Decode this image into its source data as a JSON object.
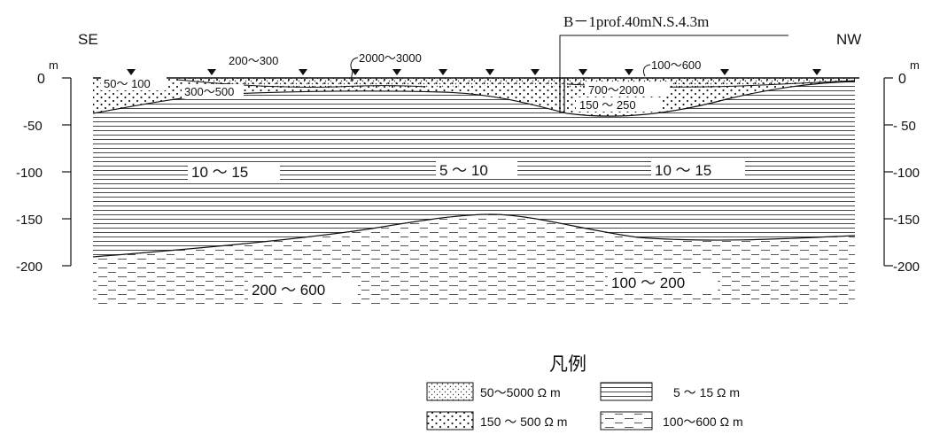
{
  "section": {
    "left_direction": "SE",
    "right_direction": "NW",
    "depth_unit": "m",
    "left_depth_ticks": [
      "0",
      "-50",
      "-100",
      "-150",
      "-200"
    ],
    "right_depth_ticks": [
      "0",
      "- 50",
      "-100",
      "-150",
      "-200"
    ],
    "borehole_label": "B－1prof.40mN.S.4.3m"
  },
  "resistivity_labels": {
    "surface_a": "50～ 100",
    "surface_b": "200～300",
    "surface_c": "2000～3000",
    "surface_d": "300～500",
    "surface_e": "100～600",
    "surface_f": "700～2000",
    "surface_g": "150 ～ 250",
    "middle_left": "10 ～ 15",
    "middle_center": "5 ～ 10",
    "middle_right": "10 ～ 15",
    "bottom_left": "200 ～ 600",
    "bottom_right": "100 ～ 200"
  },
  "legend": {
    "title": "凡例",
    "items": [
      {
        "pattern": "fine-dots",
        "label": "50～5000 Ω m"
      },
      {
        "pattern": "horizontal-lines",
        "label": "5 ～ 15 Ω m"
      },
      {
        "pattern": "coarse-dots",
        "label": "150 ～ 500 Ω m"
      },
      {
        "pattern": "dashes",
        "label": "100～600 Ω m"
      }
    ]
  }
}
